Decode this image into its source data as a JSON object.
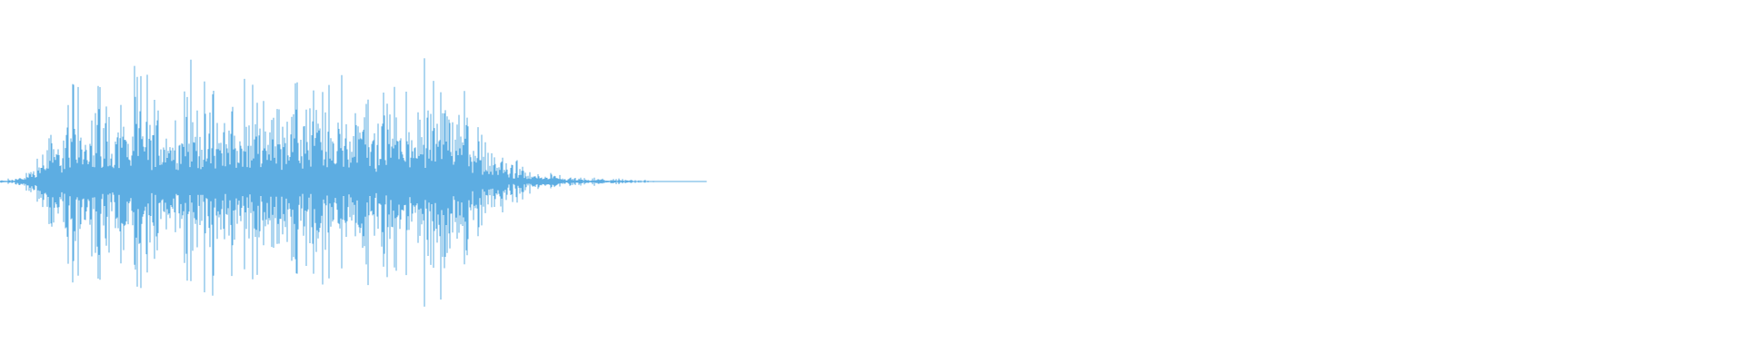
{
  "waveform": {
    "color": "#5DADE2",
    "background": "#ffffff",
    "envelope": [
      0.01,
      0.02,
      0.03,
      0.05,
      0.1,
      0.22,
      0.35,
      0.42,
      0.47,
      0.55,
      0.62,
      0.88,
      0.62,
      0.74,
      0.82,
      0.7,
      0.78,
      0.8,
      0.66,
      0.72,
      0.86,
      0.64,
      0.7,
      0.76,
      0.6,
      0.68,
      0.74,
      0.8,
      0.66,
      0.7,
      0.82,
      0.62,
      0.68,
      0.74,
      0.62,
      0.7,
      0.8,
      0.86,
      0.68,
      0.72,
      0.84,
      0.7,
      0.6,
      0.66,
      0.92,
      0.72,
      0.66,
      0.7,
      0.78,
      0.72,
      0.96,
      0.74,
      0.7,
      0.62,
      0.66,
      0.78,
      0.86,
      0.7,
      0.64,
      0.72,
      0.98,
      0.8,
      1.0,
      0.7,
      0.88,
      0.74,
      0.6,
      0.5,
      0.4,
      0.3,
      0.24,
      0.2,
      0.16,
      0.12,
      0.1,
      0.08,
      0.07,
      0.06,
      0.05,
      0.045,
      0.04,
      0.035,
      0.03,
      0.03,
      0.028,
      0.025,
      0.022,
      0.02,
      0.018,
      0.015,
      0.012,
      0.01,
      0.0,
      0.0,
      0.0,
      0.0,
      0.0,
      0.0,
      0.0,
      0.0
    ],
    "audible_fraction": 0.405
  }
}
